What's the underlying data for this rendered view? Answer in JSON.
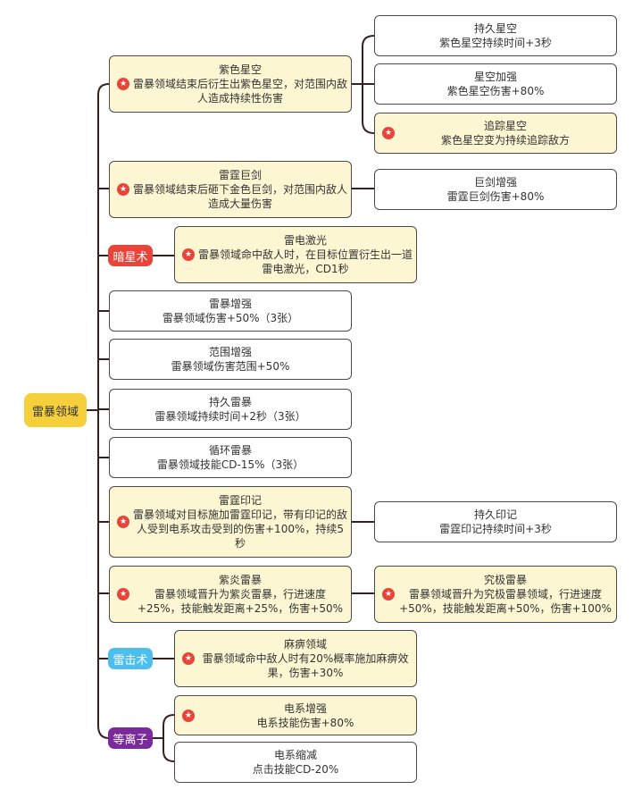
{
  "root": {
    "label": "雷暴领域"
  },
  "colors": {
    "line": "#3a1f1f",
    "root": "#f6cf3c",
    "highlight": "#fdf6d3",
    "star": "#e8443a",
    "tag_anxing": "#e8443a",
    "tag_leiji": "#4dbfef",
    "tag_dengli": "#7a2a9b"
  },
  "tags": {
    "anxing": "暗星术",
    "leiji": "雷击术",
    "dengli": "等离子"
  },
  "nodes": {
    "zise": {
      "title": "紫色星空",
      "desc": "雷暴领域结束后衍生出紫色星空，对范围内敌人造成持续性伤害"
    },
    "chijiu_xk": {
      "title": "持久星空",
      "desc": "紫色星空持续时间+3秒"
    },
    "xk_jq": {
      "title": "星空加强",
      "desc": "紫色星空伤害+80%"
    },
    "zhuizong": {
      "title": "追踪星空",
      "desc": "紫色星空变为持续追踪敌方"
    },
    "leiting": {
      "title": "雷霆巨剑",
      "desc": "雷暴领域结束后砸下金色巨剑，对范围内敌人造成大量伤害"
    },
    "jujian": {
      "title": "巨剑增强",
      "desc": "雷霆巨剑伤害+80%"
    },
    "jiguang": {
      "title": "雷电激光",
      "desc": "雷暴领域命中敌人时，在目标位置衍生出一道雷电激光，CD1秒"
    },
    "leibao_zq": {
      "title": "雷暴增强",
      "desc": "雷暴领域伤害+50%（3张）"
    },
    "fanwei": {
      "title": "范围增强",
      "desc": "雷暴领域伤害范围+50%"
    },
    "chijiu_lb": {
      "title": "持久雷暴",
      "desc": "雷暴领域持续时间+2秒（3张）"
    },
    "xunhuan": {
      "title": "循环雷暴",
      "desc": "雷暴领域技能CD-15%（3张）"
    },
    "yinji": {
      "title": "雷霆印记",
      "desc": "雷暴领域对目标施加雷霆印记，带有印记的敌人受到电系攻击受到的伤害+100%，持续5秒"
    },
    "chijiu_yj": {
      "title": "持久印记",
      "desc": "雷霆印记持续时间+3秒"
    },
    "ziyan": {
      "title": "紫炎雷暴",
      "desc": "雷暴领域晋升为紫炎雷暴，行进速度+25%，技能触发距离+25%，伤害+50%"
    },
    "jiji": {
      "title": "究极雷暴",
      "desc": "雷暴领域晋升为究极雷暴领域，行进速度+50%，技能触发距离+50%，伤害+100%"
    },
    "mabi": {
      "title": "麻痹领域",
      "desc": "雷暴领域命中敌人时有20%概率施加麻痹效果，伤害+30%"
    },
    "dian_zq": {
      "title": "电系增强",
      "desc": "电系技能伤害+80%"
    },
    "dian_sj": {
      "title": "电系缩减",
      "desc": "点击技能CD-20%"
    }
  }
}
